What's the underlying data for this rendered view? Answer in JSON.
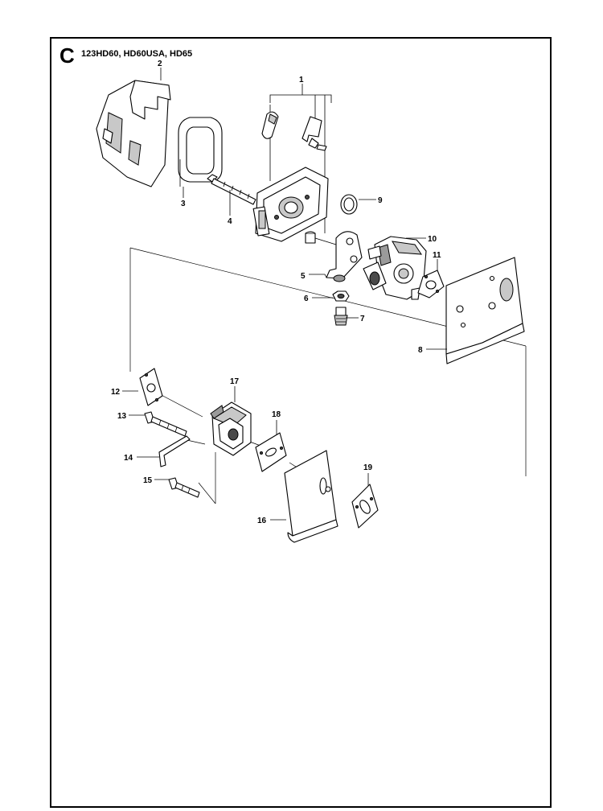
{
  "section_letter": "C",
  "models": "123HD60, HD60USA, HD65",
  "callouts": [
    "1",
    "2",
    "3",
    "4",
    "5",
    "6",
    "7",
    "8",
    "9",
    "10",
    "11",
    "12",
    "13",
    "14",
    "15",
    "16",
    "17",
    "18",
    "19"
  ]
}
